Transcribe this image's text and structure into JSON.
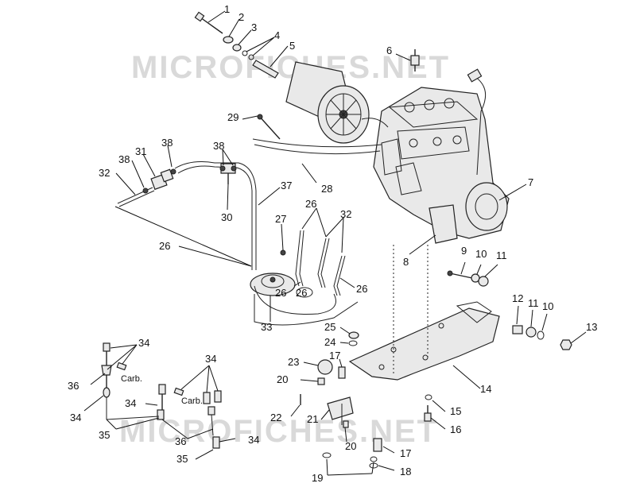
{
  "watermark": "MICROFICHES.NET",
  "callouts": {
    "n1": "1",
    "n2": "2",
    "n3": "3",
    "n4": "4",
    "n5": "5",
    "n6": "6",
    "n7": "7",
    "n8": "8",
    "n9": "9",
    "n10a": "10",
    "n10b": "10",
    "n11a": "11",
    "n11b": "11",
    "n12": "12",
    "n13": "13",
    "n14": "14",
    "n15": "15",
    "n16": "16",
    "n17a": "17",
    "n17b": "17",
    "n18": "18",
    "n19": "19",
    "n20a": "20",
    "n20b": "20",
    "n21": "21",
    "n22": "22",
    "n23": "23",
    "n24": "24",
    "n25": "25",
    "n26a": "26",
    "n26b": "26",
    "n26c": "26",
    "n26d": "26",
    "n26e": "26",
    "n27": "27",
    "n28": "28",
    "n29": "29",
    "n30": "30",
    "n31": "31",
    "n32a": "32",
    "n32b": "32",
    "n33": "33",
    "n34a": "34",
    "n34b": "34",
    "n34c": "34",
    "n34d": "34",
    "n34e": "34",
    "n35a": "35",
    "n35b": "35",
    "n36a": "36",
    "n36b": "36",
    "n37": "37",
    "n38a": "38",
    "n38b": "38",
    "n38c": "38"
  },
  "labels": {
    "carb1": "Carb.",
    "carb2": "Carb."
  }
}
